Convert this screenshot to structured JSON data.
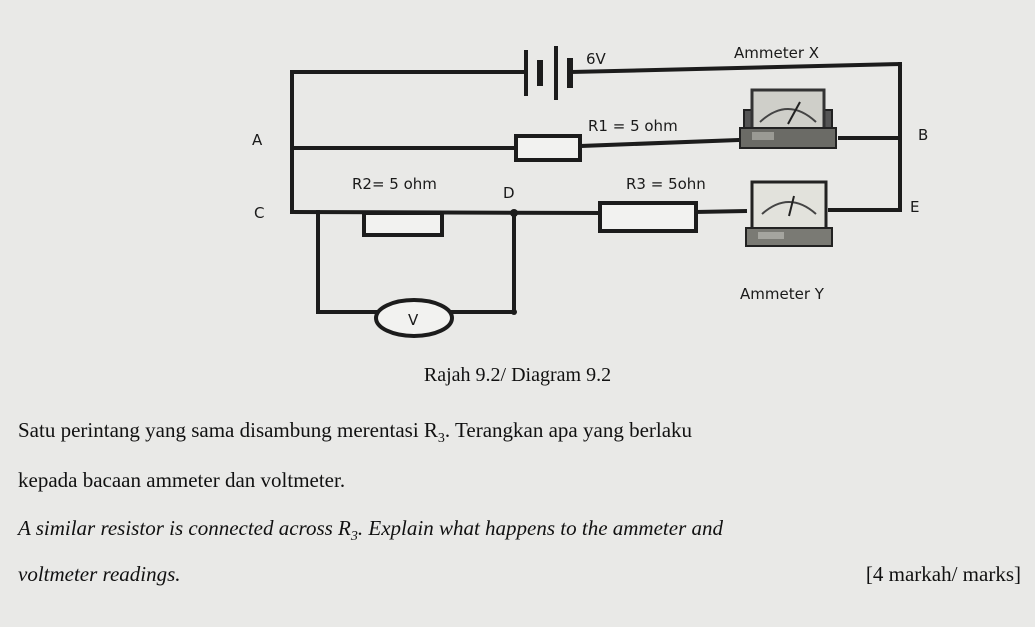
{
  "diagram": {
    "battery_label": "6V",
    "ammeter_x_label": "Ammeter X",
    "ammeter_y_label": "Ammeter Y",
    "r1_label": "R1 = 5 ohm",
    "r2_label": "R2= 5 ohm",
    "r3_label": "R3 = 5ohn",
    "voltmeter_label": "V",
    "node_a": "A",
    "node_b": "B",
    "node_c": "C",
    "node_d": "D",
    "node_e": "E"
  },
  "caption": "Rajah 9.2/ Diagram 9.2",
  "question": {
    "malay_line1_pre": "Satu perintang yang sama disambung merentasi R",
    "malay_sub": "3",
    "malay_line1_post": ". Terangkan apa yang berlaku",
    "malay_line2": "kepada bacaan ammeter dan voltmeter.",
    "english_line1_pre": "A similar resistor is connected across R",
    "english_sub": "3",
    "english_line1_post": ". Explain what happens to the ammeter and",
    "english_line2": "voltmeter readings.",
    "marks": "[4 markah/ marks]"
  }
}
